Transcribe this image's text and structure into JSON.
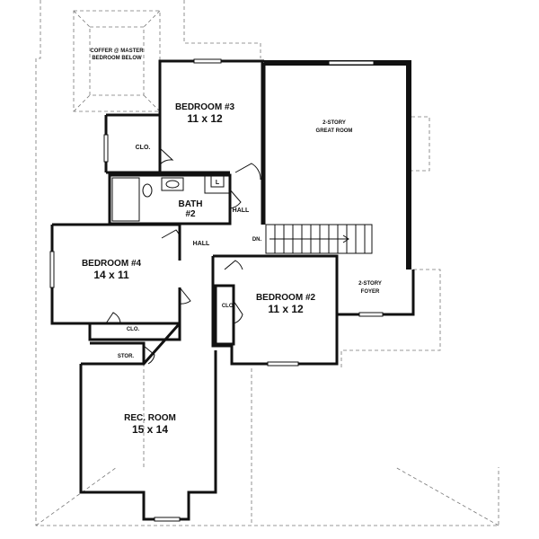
{
  "rooms": {
    "coffer": {
      "line1": "COFFER @ MASTER",
      "line2": "BEDROOM BELOW"
    },
    "bedroom3": {
      "name": "BEDROOM #3",
      "size": "11 x 12"
    },
    "great_room": {
      "line1": "2-STORY",
      "line2": "GREAT ROOM"
    },
    "clo_top": {
      "name": "CLO."
    },
    "bath": {
      "line1": "BATH",
      "line2": "#2"
    },
    "linen": {
      "name": "L"
    },
    "hall_right": {
      "name": "HALL"
    },
    "hall_left": {
      "name": "HALL"
    },
    "stairs": {
      "name": "DN."
    },
    "bedroom4": {
      "name": "BEDROOM #4",
      "size": "14 x 11"
    },
    "clo_mid": {
      "name": "CLO."
    },
    "bedroom2": {
      "name": "BEDROOM #2",
      "size": "11 x 12"
    },
    "clo_b2": {
      "name": "CLO."
    },
    "foyer": {
      "line1": "2-STORY",
      "line2": "FOYER"
    },
    "stor": {
      "name": "STOR."
    },
    "rec_room": {
      "name": "REC. ROOM",
      "size": "15 x 14"
    }
  }
}
